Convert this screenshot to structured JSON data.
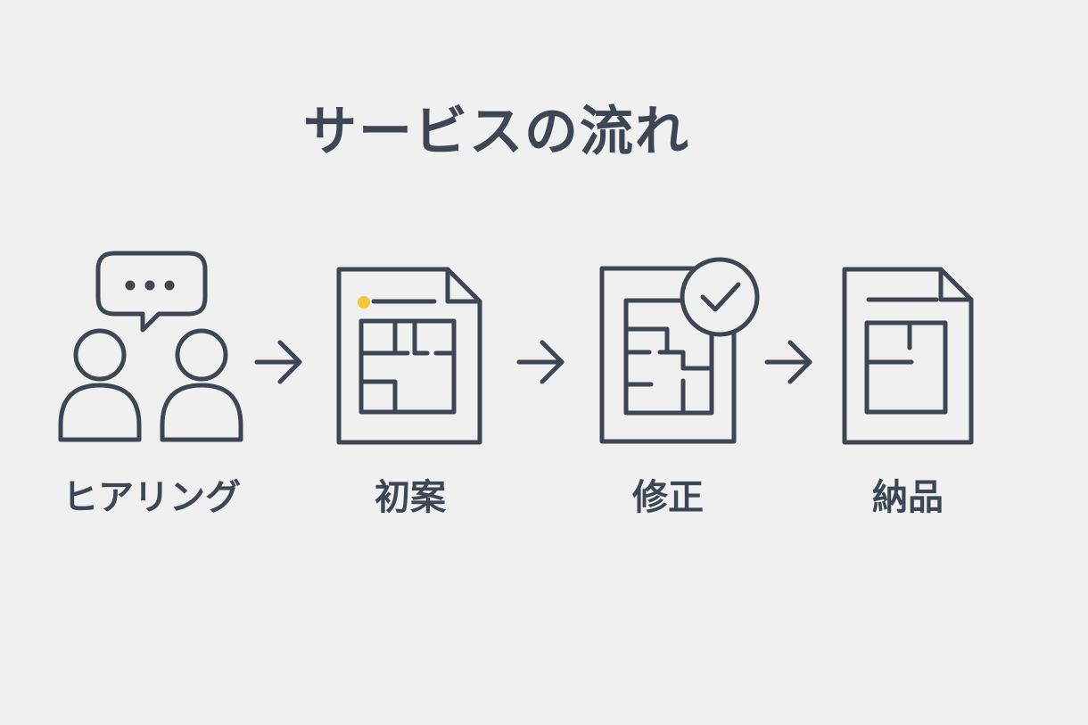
{
  "title": "サービスの流れ",
  "steps": [
    {
      "label": "ヒアリング",
      "icon": "people-chat-icon"
    },
    {
      "label": "初案",
      "icon": "floorplan-document-icon"
    },
    {
      "label": "修正",
      "icon": "floorplan-check-icon"
    },
    {
      "label": "納品",
      "icon": "floorplan-delivery-icon"
    }
  ],
  "colors": {
    "background": "#f0f0f0",
    "ink": "#3c4654",
    "accent": "#f5c63a"
  }
}
